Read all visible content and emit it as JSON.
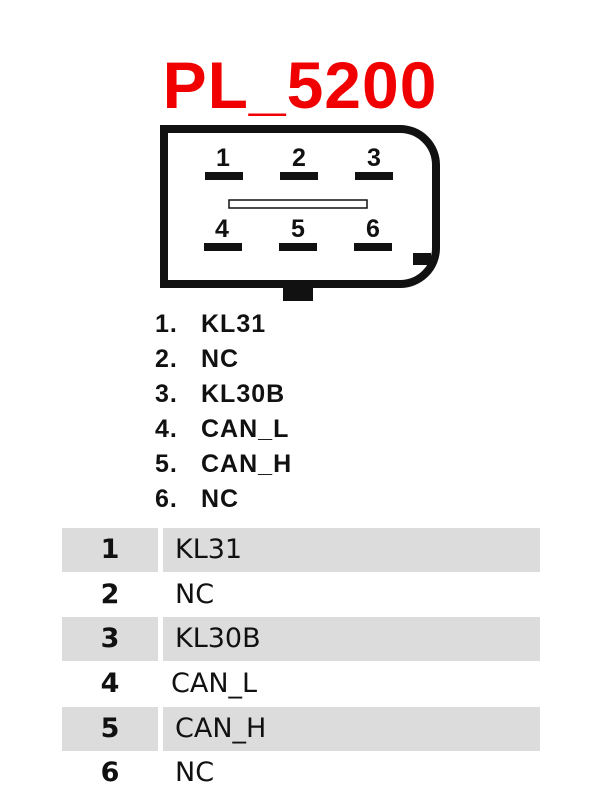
{
  "title": "PL_5200",
  "connector": {
    "pins_top": [
      "1",
      "2",
      "3"
    ],
    "pins_bottom": [
      "4",
      "5",
      "6"
    ]
  },
  "pin_list": [
    {
      "num": "1.",
      "name": "KL31"
    },
    {
      "num": "2.",
      "name": "NC"
    },
    {
      "num": "3.",
      "name": "KL30B"
    },
    {
      "num": "4.",
      "name": "CAN_L"
    },
    {
      "num": "5.",
      "name": "CAN_H"
    },
    {
      "num": "6.",
      "name": "NC"
    }
  ],
  "table": [
    {
      "num": "1",
      "value": "KL31"
    },
    {
      "num": "2",
      "value": "NC"
    },
    {
      "num": "3",
      "value": "KL30B"
    },
    {
      "num": "4",
      "value": "CAN_L"
    },
    {
      "num": "5",
      "value": "CAN_H"
    },
    {
      "num": "6",
      "value": "NC"
    }
  ],
  "colors": {
    "title": "#f00000",
    "row_shade": "#dcdcdc"
  }
}
